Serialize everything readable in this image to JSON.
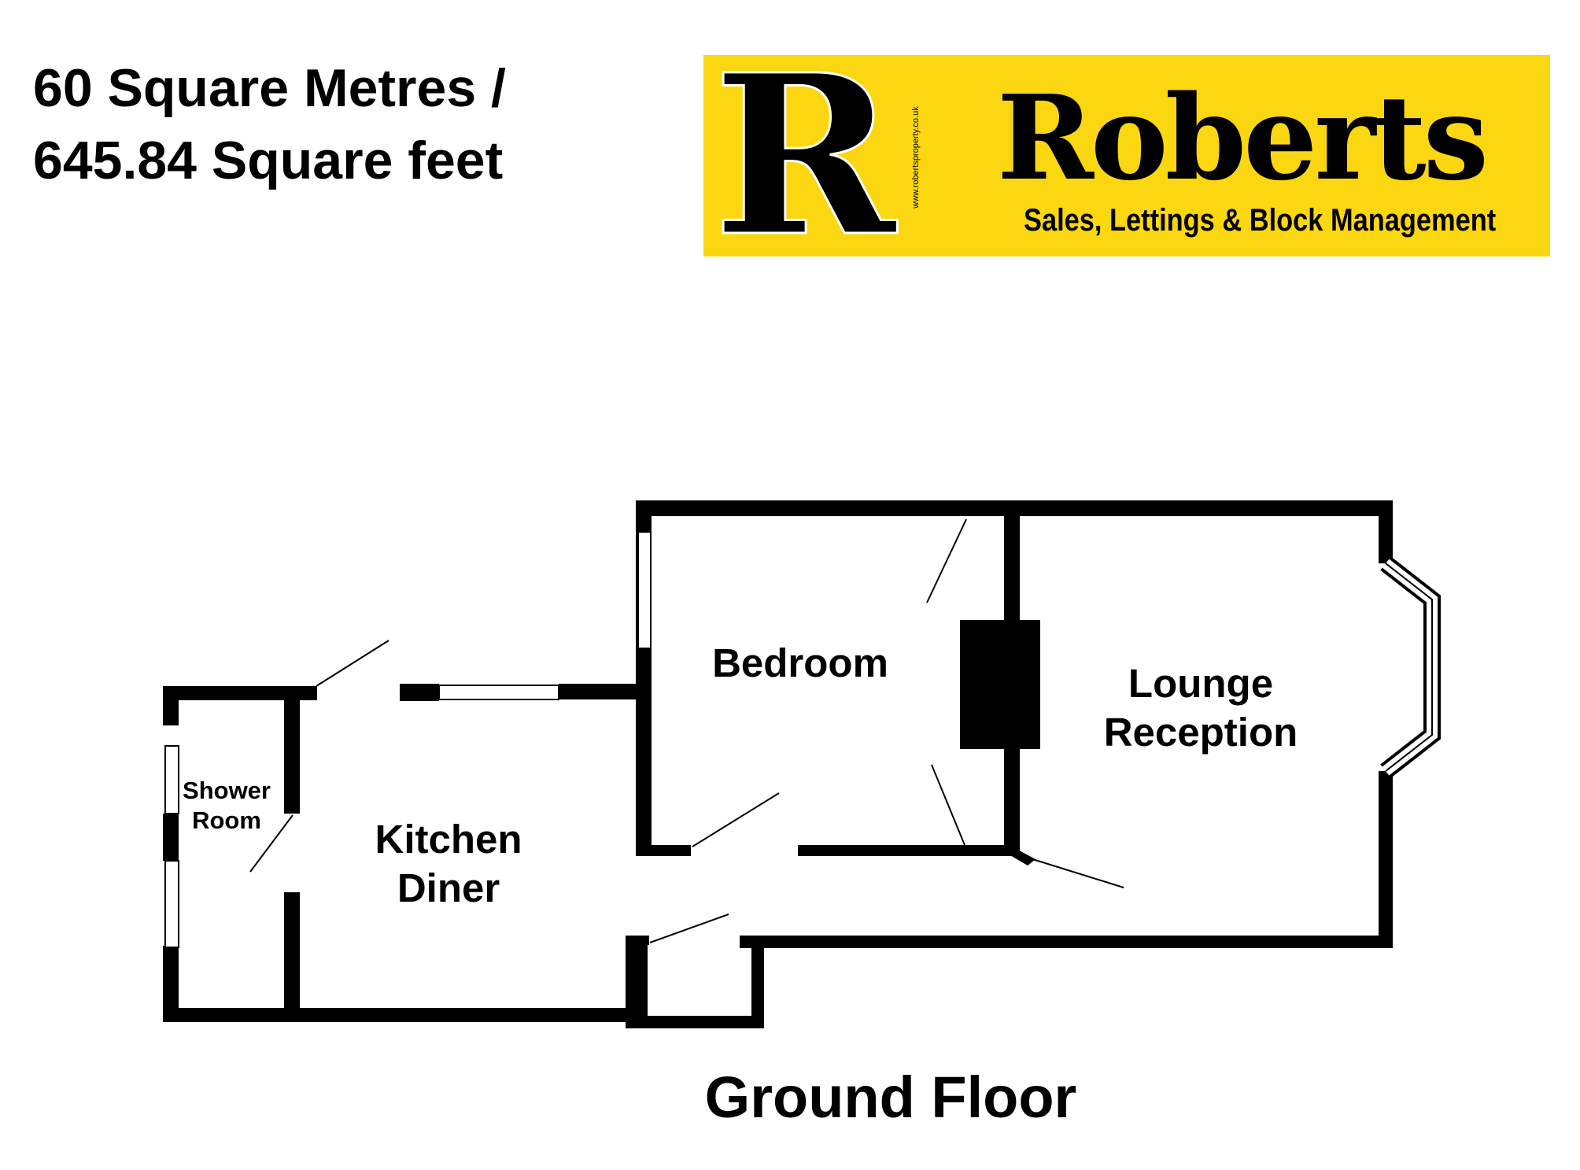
{
  "header": {
    "area_line1": "60 Square Metres /",
    "area_line2": "645.84 Square feet"
  },
  "logo": {
    "letter": "R",
    "name": "Roberts",
    "url": "www.robertsproperty.co.uk",
    "tagline": "Sales, Lettings & Block Management",
    "background_color": "#fbd711",
    "text_color": "#000000"
  },
  "rooms": {
    "shower_room": {
      "line1": "Shower",
      "line2": "Room"
    },
    "kitchen_diner": {
      "line1": "Kitchen",
      "line2": "Diner"
    },
    "bedroom": {
      "line1": "Bedroom"
    },
    "lounge_reception": {
      "line1": "Lounge",
      "line2": "Reception"
    }
  },
  "floor_title": "Ground Floor",
  "colors": {
    "wall": "#000000",
    "window": "#ffffff",
    "background": "#ffffff"
  }
}
